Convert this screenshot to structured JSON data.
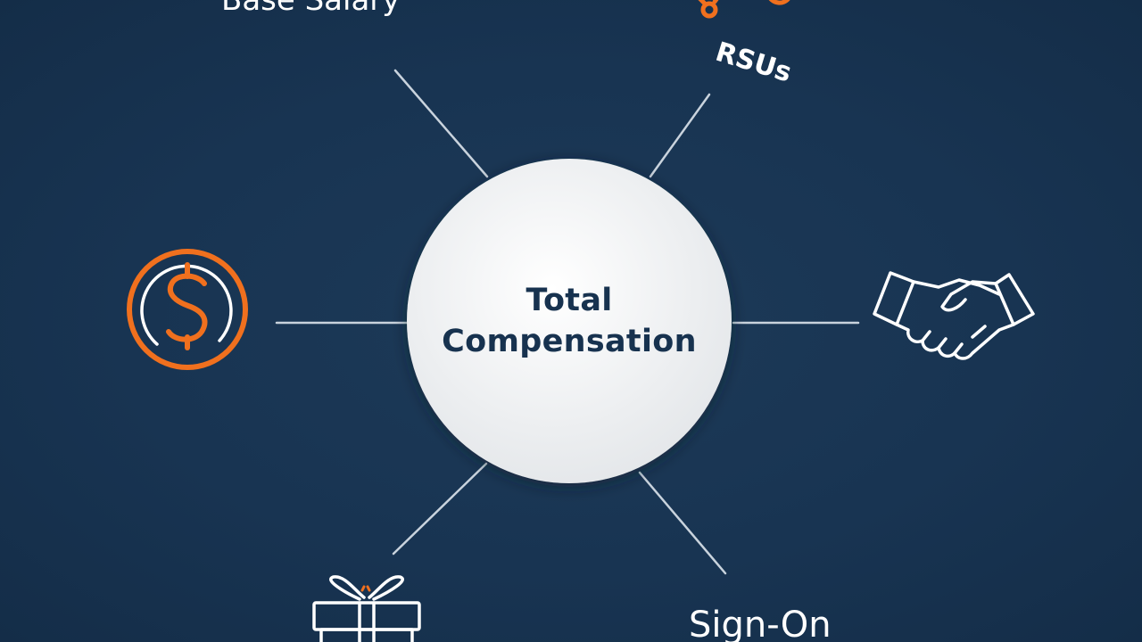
{
  "hub": {
    "line1": "Total",
    "line2": "Compensation"
  },
  "labels": {
    "base_salary": "Base Salary",
    "rsus": "RSUs",
    "sign_on": "Sign-On"
  },
  "icons": {
    "dollar": "dollar-coin-icon",
    "handshake": "handshake-icon",
    "gift": "gift-icon",
    "rsu": "rsu-icon"
  },
  "colors": {
    "background": "#183452",
    "hub_fill": "#f2f3f4",
    "hub_text": "#17324f",
    "accent_orange": "#f0701e",
    "line_white": "#c9d3dd"
  }
}
